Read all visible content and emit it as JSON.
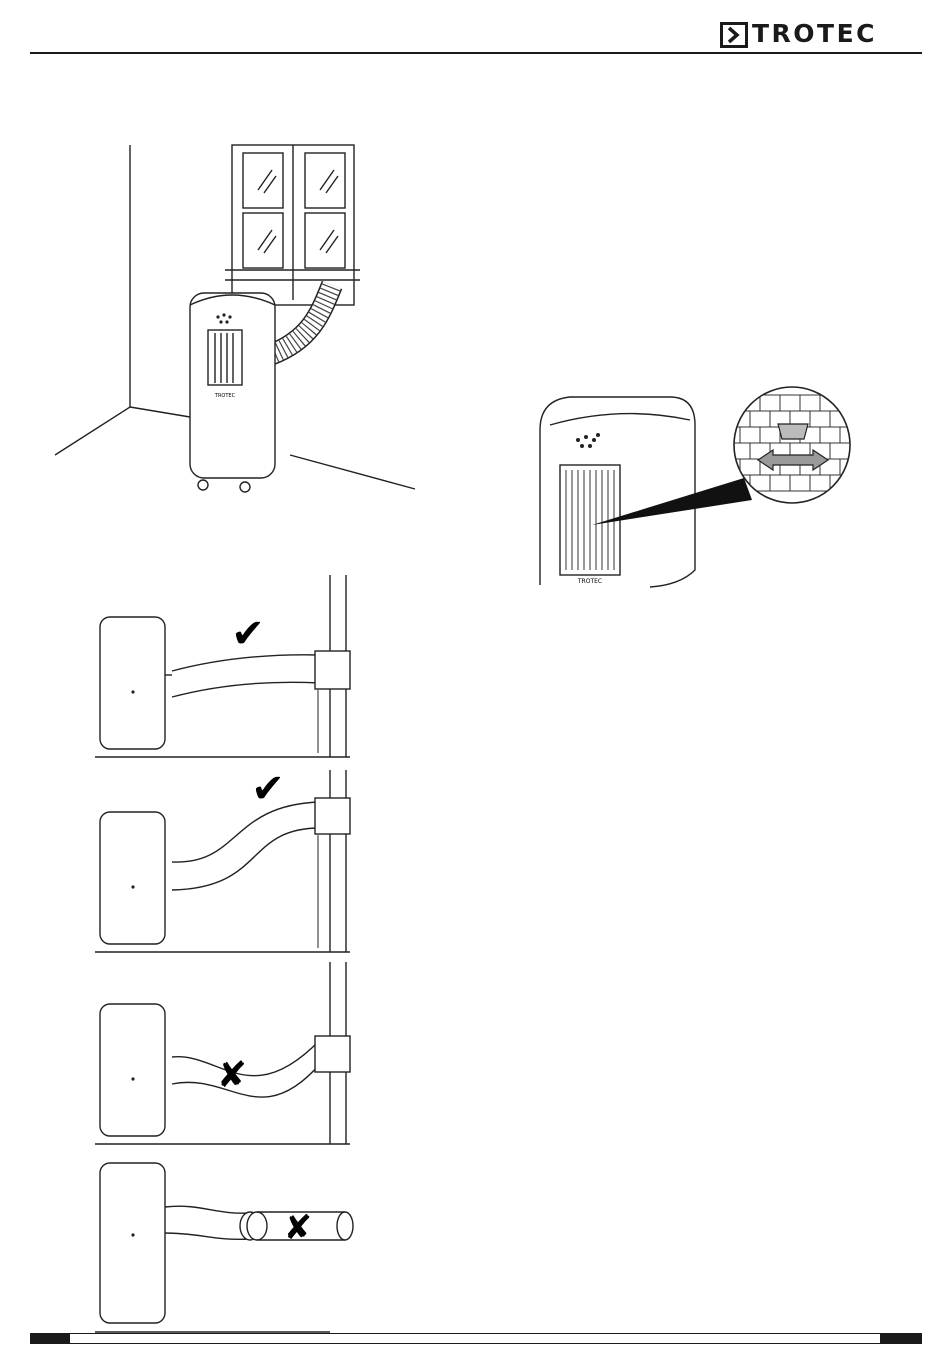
{
  "header": {
    "brand": "TROTEC"
  },
  "figures": {
    "room_install": {
      "panel_brand": "TROTEC"
    },
    "filter_detail": {
      "panel_brand": "TROTEC"
    },
    "hose_correct_1": {
      "mark": "✔"
    },
    "hose_correct_2": {
      "mark": "✔"
    },
    "hose_wrong_1": {
      "mark": "✘"
    },
    "hose_wrong_2": {
      "mark": "✘"
    }
  }
}
